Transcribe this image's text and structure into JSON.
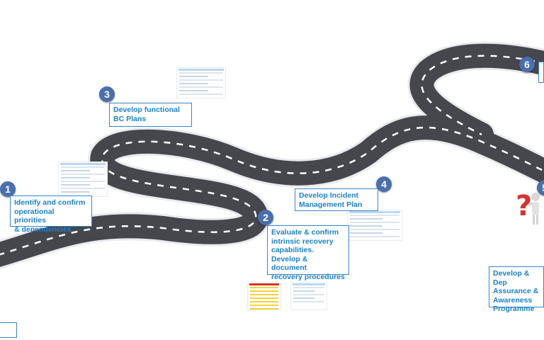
{
  "steps": [
    {
      "number": "1",
      "text": "Identify and confirm\noperational priorities\n& dependencies"
    },
    {
      "number": "2",
      "text": "Evaluate & confirm\nintrinsic recovery\ncapabilities.\nDevelop & document\nrecovery procedures"
    },
    {
      "number": "3",
      "text": "Develop functional\nBC Plans"
    },
    {
      "number": "4",
      "text": "Develop Incident\nManagement Plan"
    },
    {
      "number": "5",
      "text": "Develop & Dep\nAssurance &\nAwareness\nProgramme"
    },
    {
      "number": "6",
      "text": ""
    }
  ],
  "colors": {
    "road": "#46474d",
    "road_edge": "#e9ebee",
    "lane_marking": "#ffffff",
    "badge": "#4a6fae",
    "label_text": "#1b82c8",
    "label_border": "#3a86c8",
    "question_mark": "#d6322d"
  },
  "icons": [
    "question-mark-figure-icon"
  ]
}
